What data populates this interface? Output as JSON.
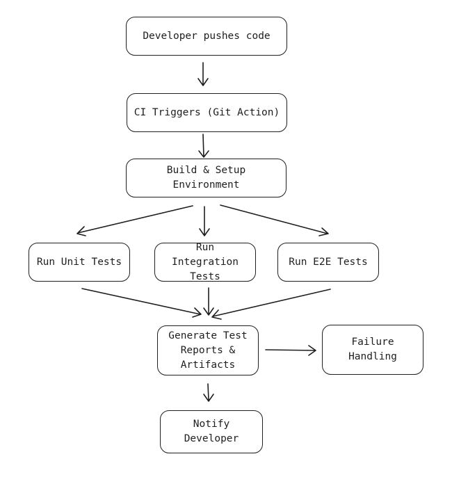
{
  "nodes": {
    "push": "Developer pushes code",
    "ci": "CI Triggers (Git Action)",
    "build": "Build & Setup Environment",
    "unit": "Run Unit Tests",
    "integration": "Run Integration\nTests",
    "e2e": "Run E2E Tests",
    "reports": "Generate Test\nReports &\nArtifacts",
    "failure": "Failure Handling",
    "notify": "Notify Developer"
  },
  "style": {
    "stroke": "#1e1e1e",
    "background": "#ffffff"
  }
}
